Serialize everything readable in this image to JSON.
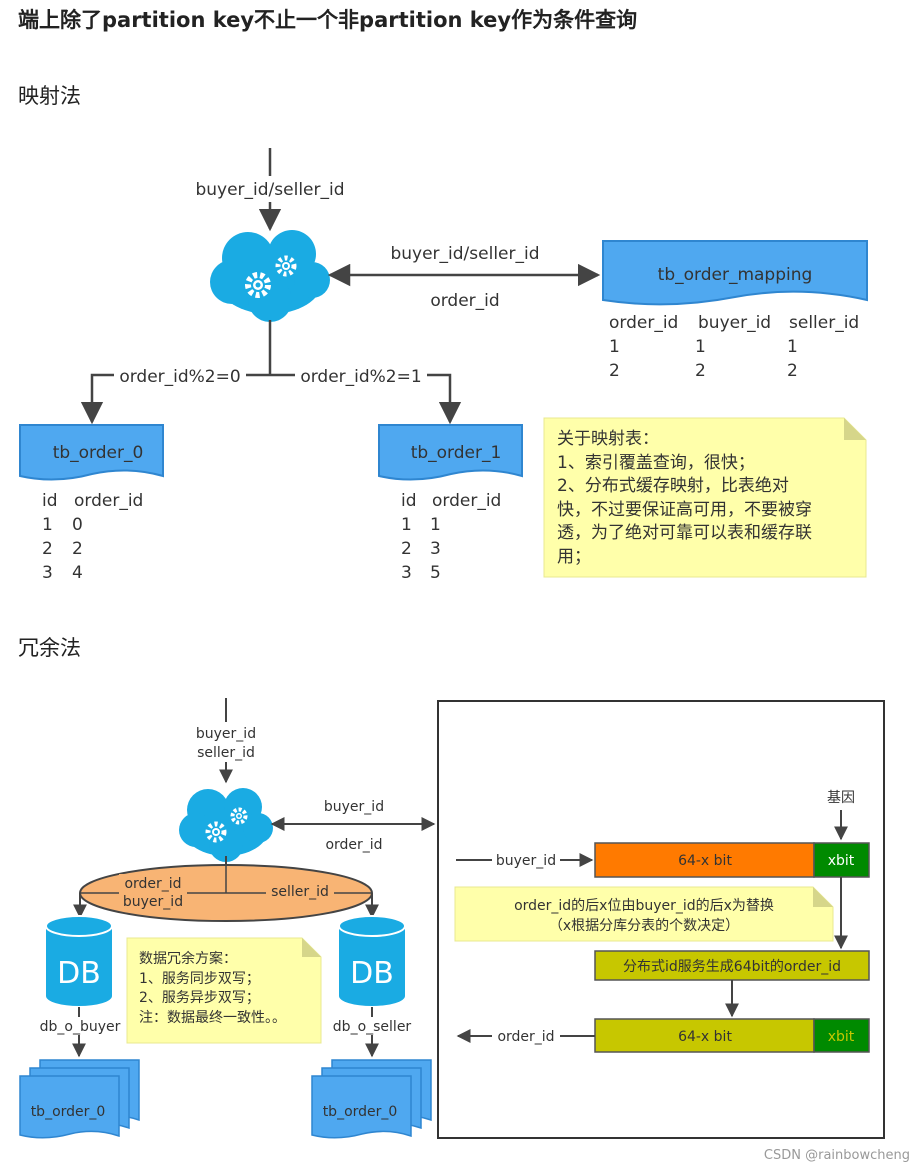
{
  "page": {
    "heading": "端上除了partition key不止一个非partition key作为条件查询",
    "section1_title": "映射法",
    "section2_title": "冗余法",
    "watermark": "CSDN @rainbowcheng"
  },
  "mapping_diagram": {
    "input_label": "buyer_id/seller_id",
    "link_top_label": "buyer_id/seller_id",
    "link_bottom_label": "order_id",
    "mapping_table": {
      "name": "tb_order_mapping",
      "columns": [
        "order_id",
        "buyer_id",
        "seller_id"
      ],
      "rows": [
        [
          "1",
          "1",
          "1"
        ],
        [
          "2",
          "2",
          "2"
        ]
      ]
    },
    "branch_left_label": "order_id%2=0",
    "branch_right_label": "order_id%2=1",
    "table0": {
      "name": "tb_order_0",
      "columns": [
        "id",
        "order_id"
      ],
      "rows": [
        [
          "1",
          "0"
        ],
        [
          "2",
          "2"
        ],
        [
          "3",
          "4"
        ]
      ]
    },
    "table1": {
      "name": "tb_order_1",
      "columns": [
        "id",
        "order_id"
      ],
      "rows": [
        [
          "1",
          "1"
        ],
        [
          "2",
          "3"
        ],
        [
          "3",
          "5"
        ]
      ]
    },
    "note_lines": [
      "关于映射表：",
      "1、索引覆盖查询，很快；",
      "2、分布式缓存映射，比表绝对",
      "快，不过要保证高可用，不要被穿",
      "透，为了绝对可靠可以表和缓存联",
      "用；"
    ]
  },
  "redundancy_diagram": {
    "input_line1": "buyer_id",
    "input_line2": "seller_id",
    "link_top_label": "buyer_id",
    "link_bottom_label": "order_id",
    "ellipse_left_line1": "order_id",
    "ellipse_left_line2": "buyer_id",
    "ellipse_right": "seller_id",
    "db_left_text": "DB",
    "db_left_label": "db_o_buyer",
    "db_right_text": "DB",
    "db_right_label": "db_o_seller",
    "stack_left": "tb_order_0",
    "stack_right": "tb_order_0",
    "note_lines": [
      "数据冗余方案：",
      "1、服务同步双写；",
      "2、服务异步双写；",
      "注：数据最终一致性。。"
    ],
    "gene_label": "基因",
    "buyer_in_label": "buyer_id",
    "bar1_main": "64-x bit",
    "bar1_side": "xbit",
    "rule_note_line1": "order_id的后x位由buyer_id的后x为替换",
    "rule_note_line2": "（x根据分库分表的个数决定）",
    "service_bar": "分布式id服务生成64bit的order_id",
    "bar2_main": "64-x bit",
    "bar2_side": "xbit",
    "order_out_label": "order_id"
  },
  "colors": {
    "blue": "#4fa8f0",
    "blue_dark": "#2f86d0",
    "orange_bar": "#ff7a00",
    "green": "#008a00",
    "olive": "#c7c700",
    "ellipse": "#f8b474",
    "note": "#ffffaa",
    "line": "#444444"
  }
}
